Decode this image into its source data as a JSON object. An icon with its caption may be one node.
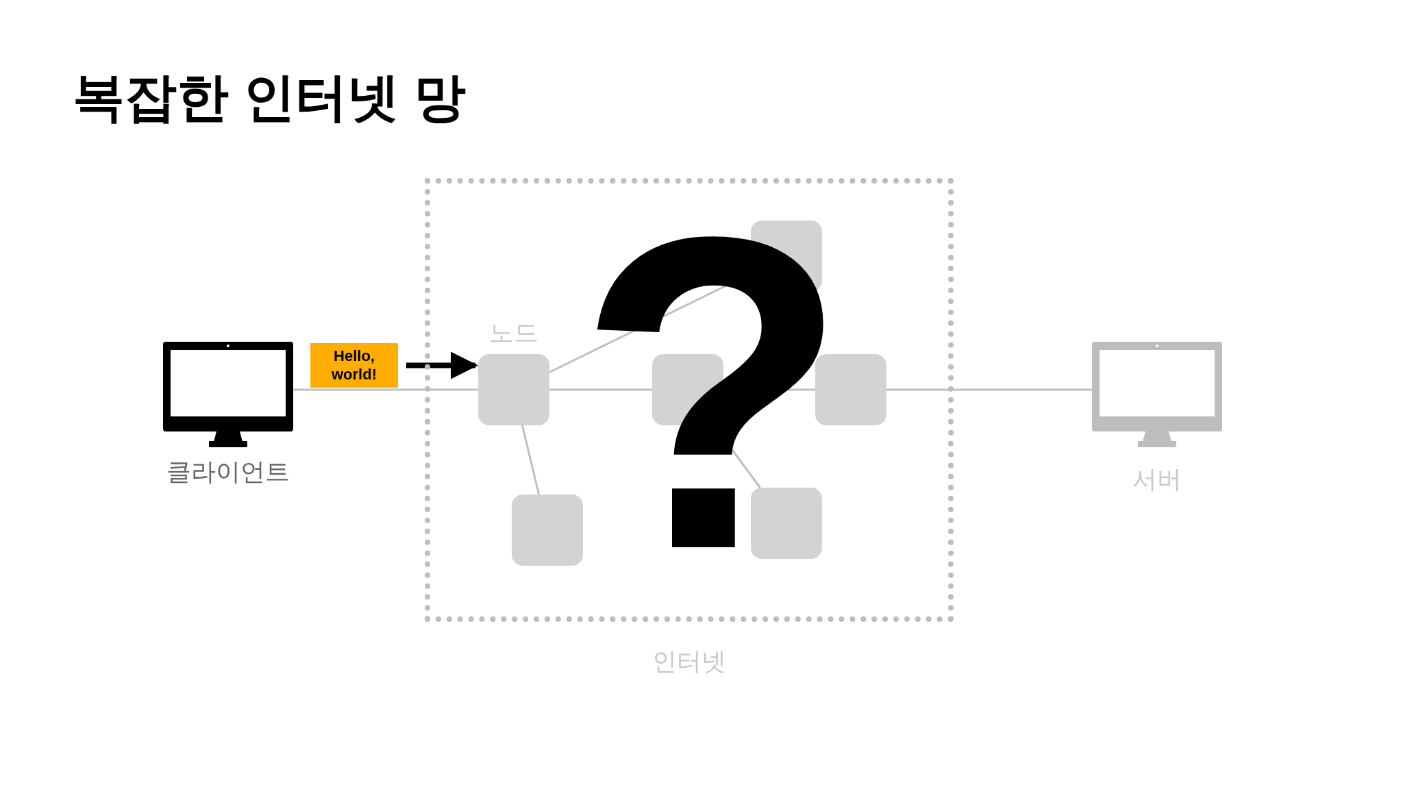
{
  "diagram": {
    "title": "복잡한 인터넷 망",
    "nodes": [
      {
        "text": [
          "클라이언트"
        ]
      },
      {
        "text": [
          "Hello, world!"
        ]
      },
      {
        "text": [
          "인터넷"
        ]
      },
      {
        "text": [
          "노드"
        ],
        "in": 2
      },
      {
        "text": [],
        "shape": "box",
        "in": 2
      },
      {
        "text": [],
        "shape": "box",
        "in": 2
      },
      {
        "text": [],
        "shape": "box",
        "in": 2
      },
      {
        "text": [],
        "shape": "box",
        "in": 2
      },
      {
        "text": [],
        "shape": "box",
        "in": 2
      },
      {
        "text": [
          "서버"
        ]
      }
    ],
    "edges": [
      {
        "from": 0,
        "to": 3,
        "arrow": "none"
      },
      {
        "from": 3,
        "to": 5,
        "arrow": "none"
      },
      {
        "from": 5,
        "to": 6,
        "arrow": "none"
      },
      {
        "from": 6,
        "to": 9,
        "arrow": "none"
      },
      {
        "from": 3,
        "to": 4,
        "arrow": "none"
      },
      {
        "from": 3,
        "to": 7,
        "arrow": "none"
      },
      {
        "from": 5,
        "to": 8,
        "arrow": "none"
      },
      {
        "from": 1,
        "to": 3,
        "arrow": "to",
        "style": "thick",
        "color": "#000000"
      }
    ],
    "labels": [
      "?"
    ]
  }
}
